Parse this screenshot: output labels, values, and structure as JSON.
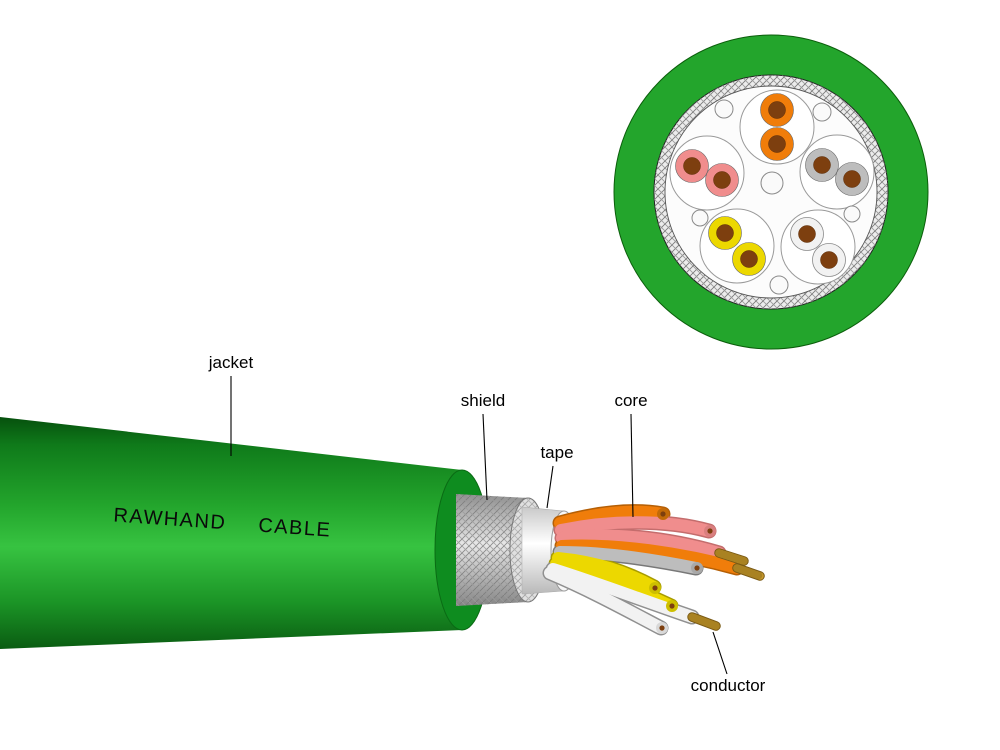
{
  "figure": {
    "background": "#ffffff",
    "brand_text": "RAWHAND  CABLE",
    "labels": {
      "jacket": "jacket",
      "shield": "shield",
      "tape": "tape",
      "core": "core",
      "conductor": "conductor"
    },
    "colors": {
      "jacket_green": "#23a52c",
      "jacket_face": "#0e8c1f",
      "cross_section_green": "#23a52c",
      "shield_silver": "#e8e8e8",
      "tape_white": "#ffffff",
      "core_orange": "#f07d0a",
      "core_pink": "#f08d8d",
      "core_yellow": "#ecd800",
      "core_white": "#f2f2f2",
      "core_gray": "#bdbdbd",
      "conductor_brown": "#7d3f0f",
      "copper": "#c89a2e",
      "outline_black": "#000000"
    }
  }
}
